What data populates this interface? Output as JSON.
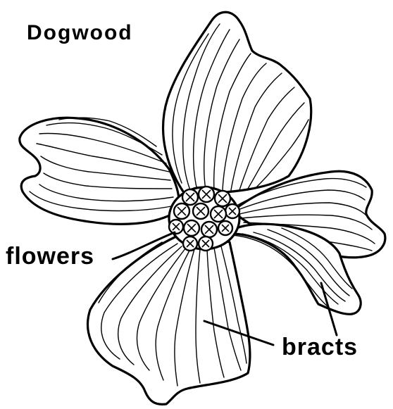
{
  "diagram": {
    "title": "Dogwood",
    "labels": {
      "flowers": "flowers",
      "bracts": "bracts"
    },
    "line_color": "#000000",
    "background": "#ffffff"
  }
}
